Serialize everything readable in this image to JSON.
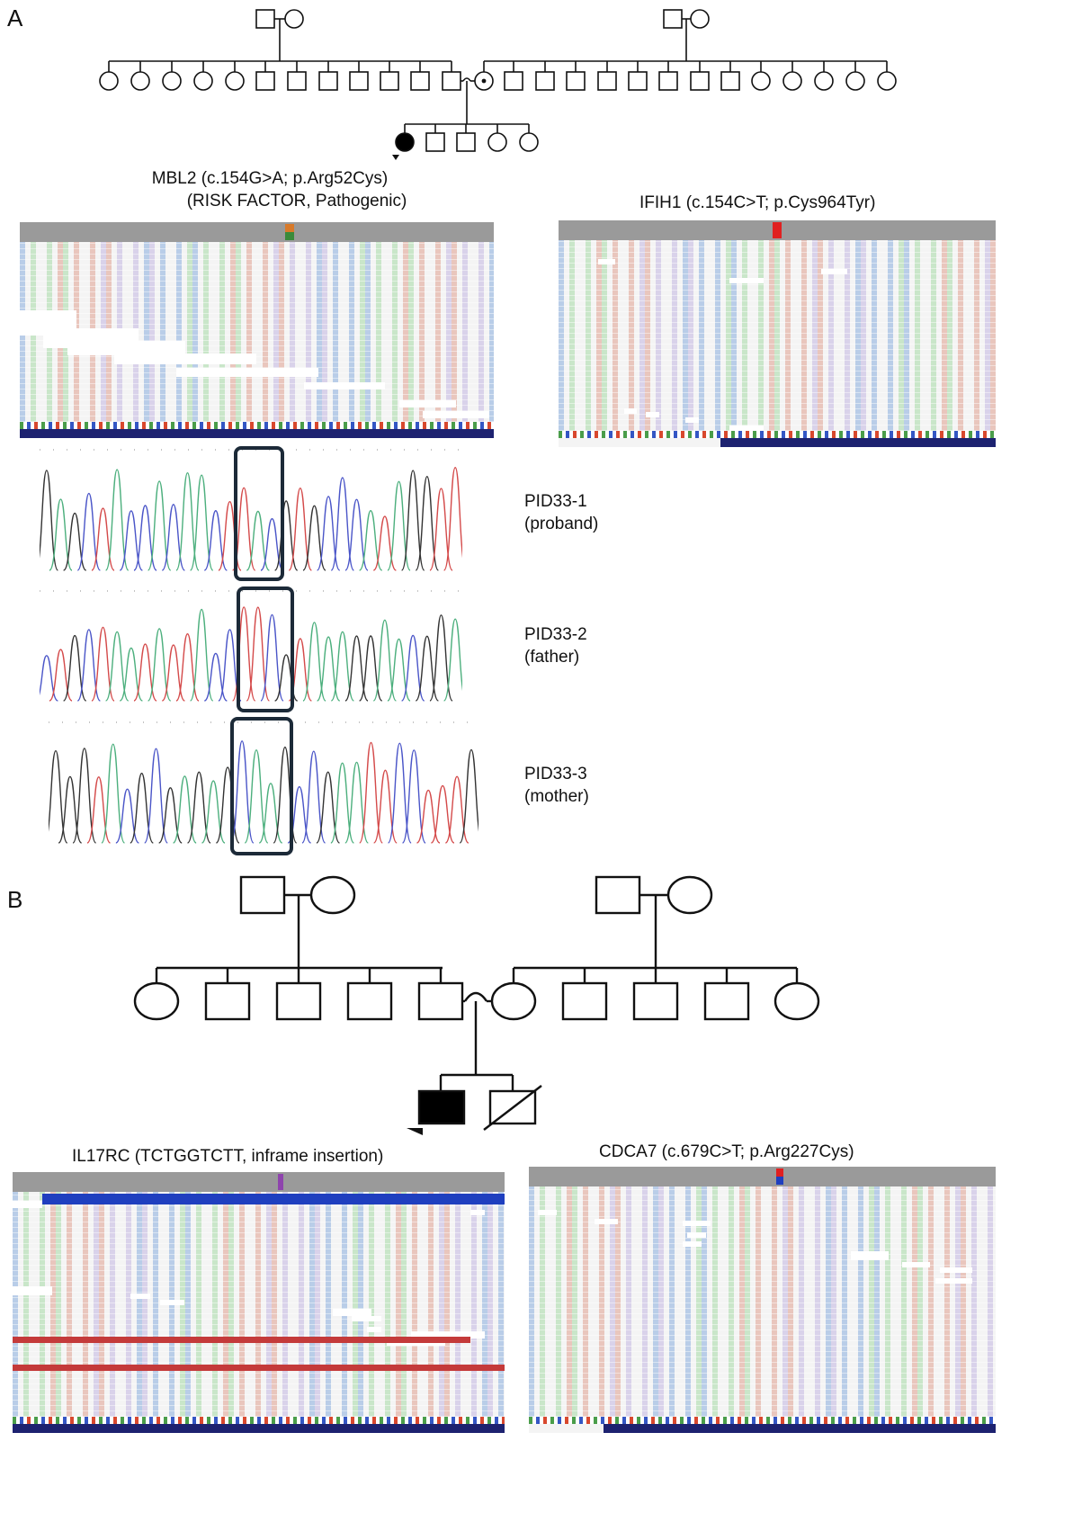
{
  "panel_a": {
    "letter": "A",
    "mbl2_title": "MBL2 (c.154G>A; p.Arg52Cys)",
    "mbl2_subtitle": "(RISK FACTOR, Pathogenic)",
    "ifih1_title": "IFIH1 (c.154C>T; p.Cys964Tyr)",
    "samples": [
      {
        "id": "PID33-1",
        "role": "(proband)"
      },
      {
        "id": "PID33-2",
        "role": "(father)"
      },
      {
        "id": "PID33-3",
        "role": "(mother)"
      }
    ]
  },
  "panel_b": {
    "letter": "B",
    "il17rc_title": "IL17RC (TCTGGTCTT, inframe insertion)",
    "cdca7_title": "CDCA7 (c.679C>T; p.Arg227Cys)"
  },
  "colors": {
    "line": "#111111",
    "affected_fill": "#000000",
    "box_outline": "#1c2a38",
    "igv_variant_red": "#e02020",
    "igv_gene_bar": "#1d2270",
    "trace_green": "#4caf7d",
    "trace_blue": "#4a55c8",
    "trace_red": "#d44a4a",
    "trace_black": "#333333"
  }
}
